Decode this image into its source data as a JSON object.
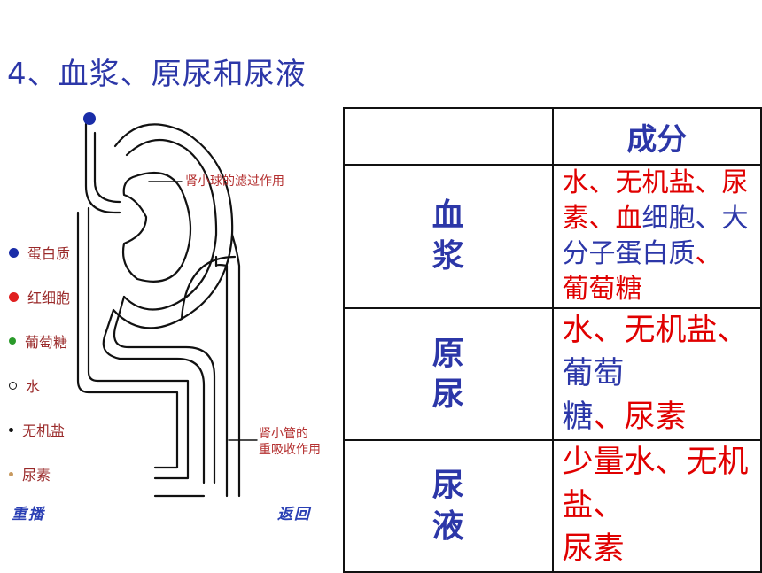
{
  "title": "4、血浆、原尿和尿液",
  "diagram": {
    "label_filtration": "肾小球的滤过作用",
    "label_reabsorption_line1": "肾小管的",
    "label_reabsorption_line2": "重吸收作用",
    "legend": [
      {
        "label": "蛋白质",
        "color": "#1a2da8",
        "size": 11
      },
      {
        "label": "红细胞",
        "color": "#e02020",
        "size": 11
      },
      {
        "label": "葡萄糖",
        "color": "#2a9a2a",
        "size": 8
      },
      {
        "label": "水",
        "color": "#ffffff",
        "size": 7
      },
      {
        "label": "无机盐",
        "color": "#111111",
        "size": 5
      },
      {
        "label": "尿素",
        "color": "#c89a60",
        "size": 5
      }
    ],
    "button_replay": "重播",
    "button_back": "返回",
    "colors": {
      "tube": "#111111",
      "dot_blue": "#1a2da8"
    }
  },
  "table": {
    "column_header": "成分",
    "rows": [
      {
        "name": "血浆",
        "segments": [
          {
            "text": "水、无机盐、尿素、血",
            "color": "red"
          },
          {
            "text": "细胞、大分子蛋白质",
            "color": "blue"
          },
          {
            "text": "、",
            "color": "red"
          },
          {
            "text": "葡萄糖",
            "color": "red",
            "break_before": true
          }
        ]
      },
      {
        "name": "原尿",
        "segments": [
          {
            "text": "水、无机盐、",
            "color": "red"
          },
          {
            "text": "葡萄",
            "color": "blue"
          },
          {
            "text": "糖",
            "color": "blue",
            "break_before": true
          },
          {
            "text": "、尿素",
            "color": "red"
          }
        ]
      },
      {
        "name": "尿液",
        "segments": [
          {
            "text": "少量水、无机盐、",
            "color": "red"
          },
          {
            "text": "尿素",
            "color": "red",
            "break_before": true
          }
        ]
      }
    ]
  },
  "colors": {
    "title": "#2c37a8",
    "red": "#e00000",
    "blue": "#2c37a8"
  }
}
